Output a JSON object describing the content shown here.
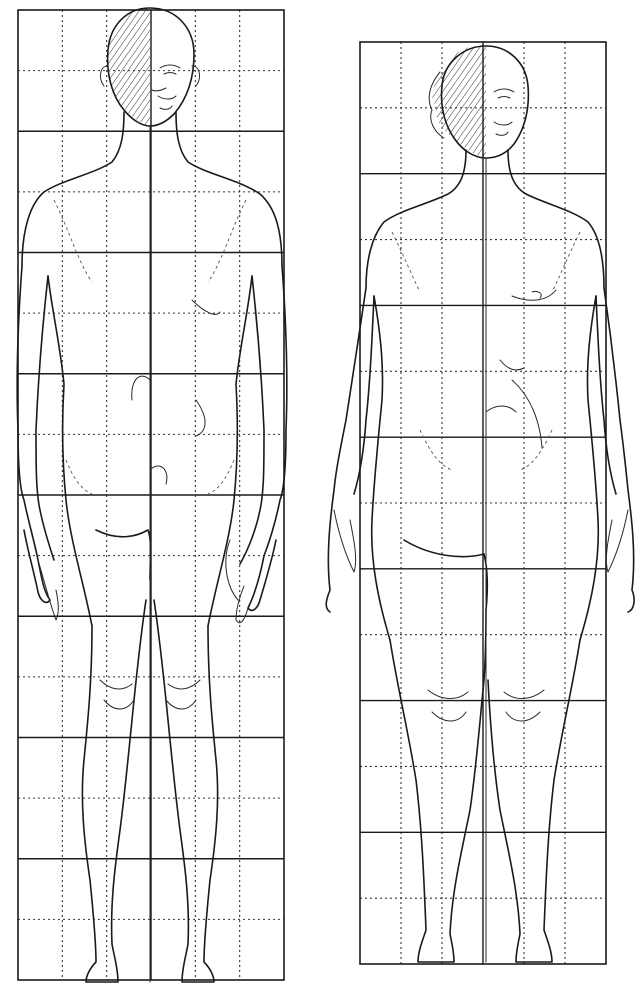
{
  "figure": {
    "panels": [
      {
        "name": "male",
        "grid": {
          "columns": 6,
          "rows": 8,
          "subdivided_rows": true
        }
      },
      {
        "name": "female",
        "grid": {
          "columns": 6,
          "rows": 7,
          "subdivided_rows": true
        }
      }
    ],
    "colors": {
      "ink": "#1a1a1a",
      "paper": "#ffffff"
    }
  }
}
